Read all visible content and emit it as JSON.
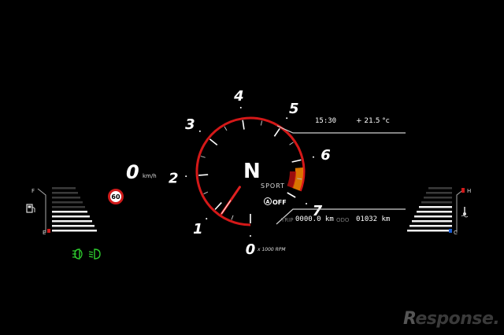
{
  "gauge": {
    "tach_labels": [
      "0",
      "1",
      "2",
      "3",
      "4",
      "5",
      "6",
      "7"
    ],
    "tach_unit": "x 1000 RPM",
    "rpm_value": 0.8,
    "redline_color": "#d41818",
    "needle_color": "#e02020"
  },
  "transmission": {
    "gear": "N",
    "mode": "SPORT"
  },
  "speed": {
    "value": "0",
    "unit": "km/h"
  },
  "info_top": {
    "time": "15:30",
    "temperature": "+ 21.5 °c"
  },
  "info_bottom": {
    "auto_stop_label": "OFF",
    "trip_label": "TRIP",
    "trip_value": "0000.0 km",
    "odo_label": "ODO",
    "odo_value": "01032 km"
  },
  "speed_limit": {
    "value": "60"
  },
  "fuel": {
    "full_label": "F",
    "empty_label": "E",
    "icon": "fuel-pump-icon",
    "level": 0.55
  },
  "coolant": {
    "hot_label": "H",
    "cold_label": "C",
    "icon": "coolant-temp-icon",
    "level": 0.6
  },
  "indicators": [
    {
      "icon": "front-fog-light-icon",
      "color": "#2ecc2e"
    },
    {
      "icon": "low-beam-icon",
      "color": "#2ecc2e"
    }
  ],
  "watermark": {
    "text": "Response."
  }
}
